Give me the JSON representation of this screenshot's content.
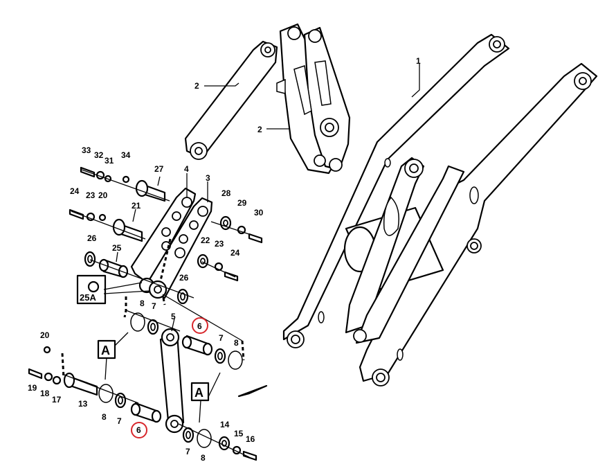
{
  "callouts": {
    "c1": "1",
    "c2a": "2",
    "c2b": "2",
    "c3": "3",
    "c4": "4",
    "c5": "5",
    "c6a": "6",
    "c6b": "6",
    "c7a": "7",
    "c7b": "7",
    "c7c": "7",
    "c7d": "7",
    "c8a": "8",
    "c8b": "8",
    "c8c": "8",
    "c8d": "8",
    "c13": "13",
    "c14": "14",
    "c15": "15",
    "c16": "16",
    "c17": "17",
    "c18": "18",
    "c19": "19",
    "c20a": "20",
    "c20b": "20",
    "c21": "21",
    "c22": "22",
    "c23a": "23",
    "c23b": "23",
    "c24a": "24",
    "c24b": "24",
    "c25": "25",
    "c25a": "25A",
    "c26a": "26",
    "c26b": "26",
    "c27": "27",
    "c28": "28",
    "c29": "29",
    "c30": "30",
    "c31": "31",
    "c32": "32",
    "c33": "33",
    "c34": "34"
  },
  "detail_labels": {
    "a1": "A",
    "a2": "A"
  },
  "colors": {
    "line": "#000000",
    "background": "#ffffff",
    "highlight": "#d8262b"
  }
}
